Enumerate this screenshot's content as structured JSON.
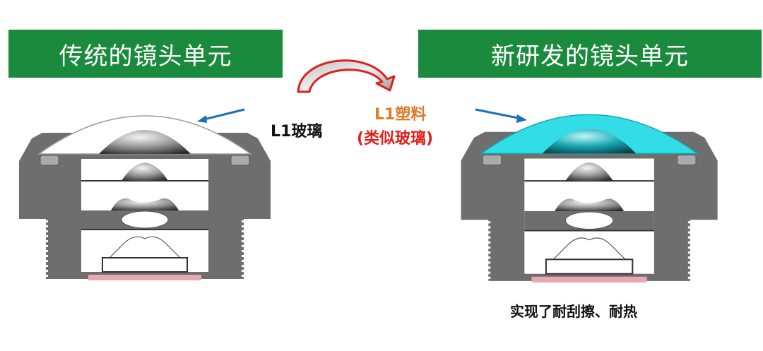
{
  "left_panel": {
    "title": "传统的镜头单元",
    "lens_label": "L1玻璃"
  },
  "right_panel": {
    "title": "新研发的镜头单元",
    "lens_label_line1": "L1塑料",
    "lens_label_line2": "(类似玻璃)",
    "caption": "实现了耐刮擦、耐热"
  },
  "colors": {
    "header_green": "#1a8a3c",
    "glass": "#ffffff",
    "plastic": "#33dde8",
    "housing": "#6e6e6e",
    "orange": "#e07a2a",
    "red": "#e0201a",
    "pointer_blue": "#1e6fb8"
  }
}
